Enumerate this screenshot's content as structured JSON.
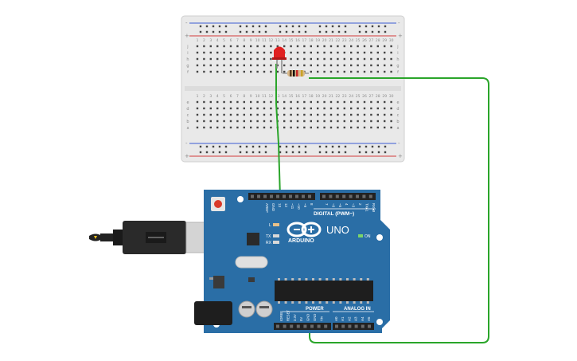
{
  "breadboard": {
    "top_rail": {
      "minus_label": "-",
      "plus_label": "+"
    },
    "bottom_rail": {
      "minus_label": "-",
      "plus_label": "+"
    },
    "column_numbers": [
      "1",
      "2",
      "3",
      "4",
      "5",
      "6",
      "7",
      "8",
      "9",
      "10",
      "11",
      "12",
      "13",
      "14",
      "15",
      "16",
      "17",
      "18",
      "19",
      "20",
      "21",
      "22",
      "23",
      "24",
      "25",
      "26",
      "27",
      "28",
      "29",
      "30"
    ],
    "row_letters_top": [
      "j",
      "i",
      "h",
      "g",
      "f"
    ],
    "row_letters_bottom": [
      "e",
      "d",
      "c",
      "b",
      "a"
    ]
  },
  "components": {
    "led": {
      "color": "red",
      "hex": "#e02020"
    },
    "resistor": {
      "bands": [
        "#5b3a1e",
        "#111111",
        "#c62828",
        "#c9a227"
      ]
    }
  },
  "arduino": {
    "brand": "ARDUINO",
    "model": "UNO",
    "header_digital": "DIGITAL (PWM~)",
    "header_power": "POWER",
    "header_analog": "ANALOG IN",
    "on_label": "ON",
    "tx_label": "TX",
    "rx_label": "RX",
    "l_label": "L",
    "aref_label": "AREF",
    "gnd_label": "GND",
    "digital_pins": [
      "13",
      "12",
      "~11",
      "~10",
      "~9",
      "8",
      "7",
      "~6",
      "~5",
      "4",
      "~3",
      "2",
      "TX▸1",
      "RX◂0"
    ],
    "power_pins": [
      "IOREF",
      "RESET",
      "3.3V",
      "5V",
      "GND",
      "GND",
      "Vin"
    ],
    "analog_pins": [
      "A0",
      "A1",
      "A2",
      "A3",
      "A4",
      "A5"
    ]
  },
  "wires": {
    "color": "#2aa52a"
  },
  "colors": {
    "board": "#2a6ea6",
    "board_dark": "#1d5280",
    "breadboard": "#e6e6e6",
    "rail_red": "#d23b3b",
    "rail_blue": "#3b5bd2"
  }
}
